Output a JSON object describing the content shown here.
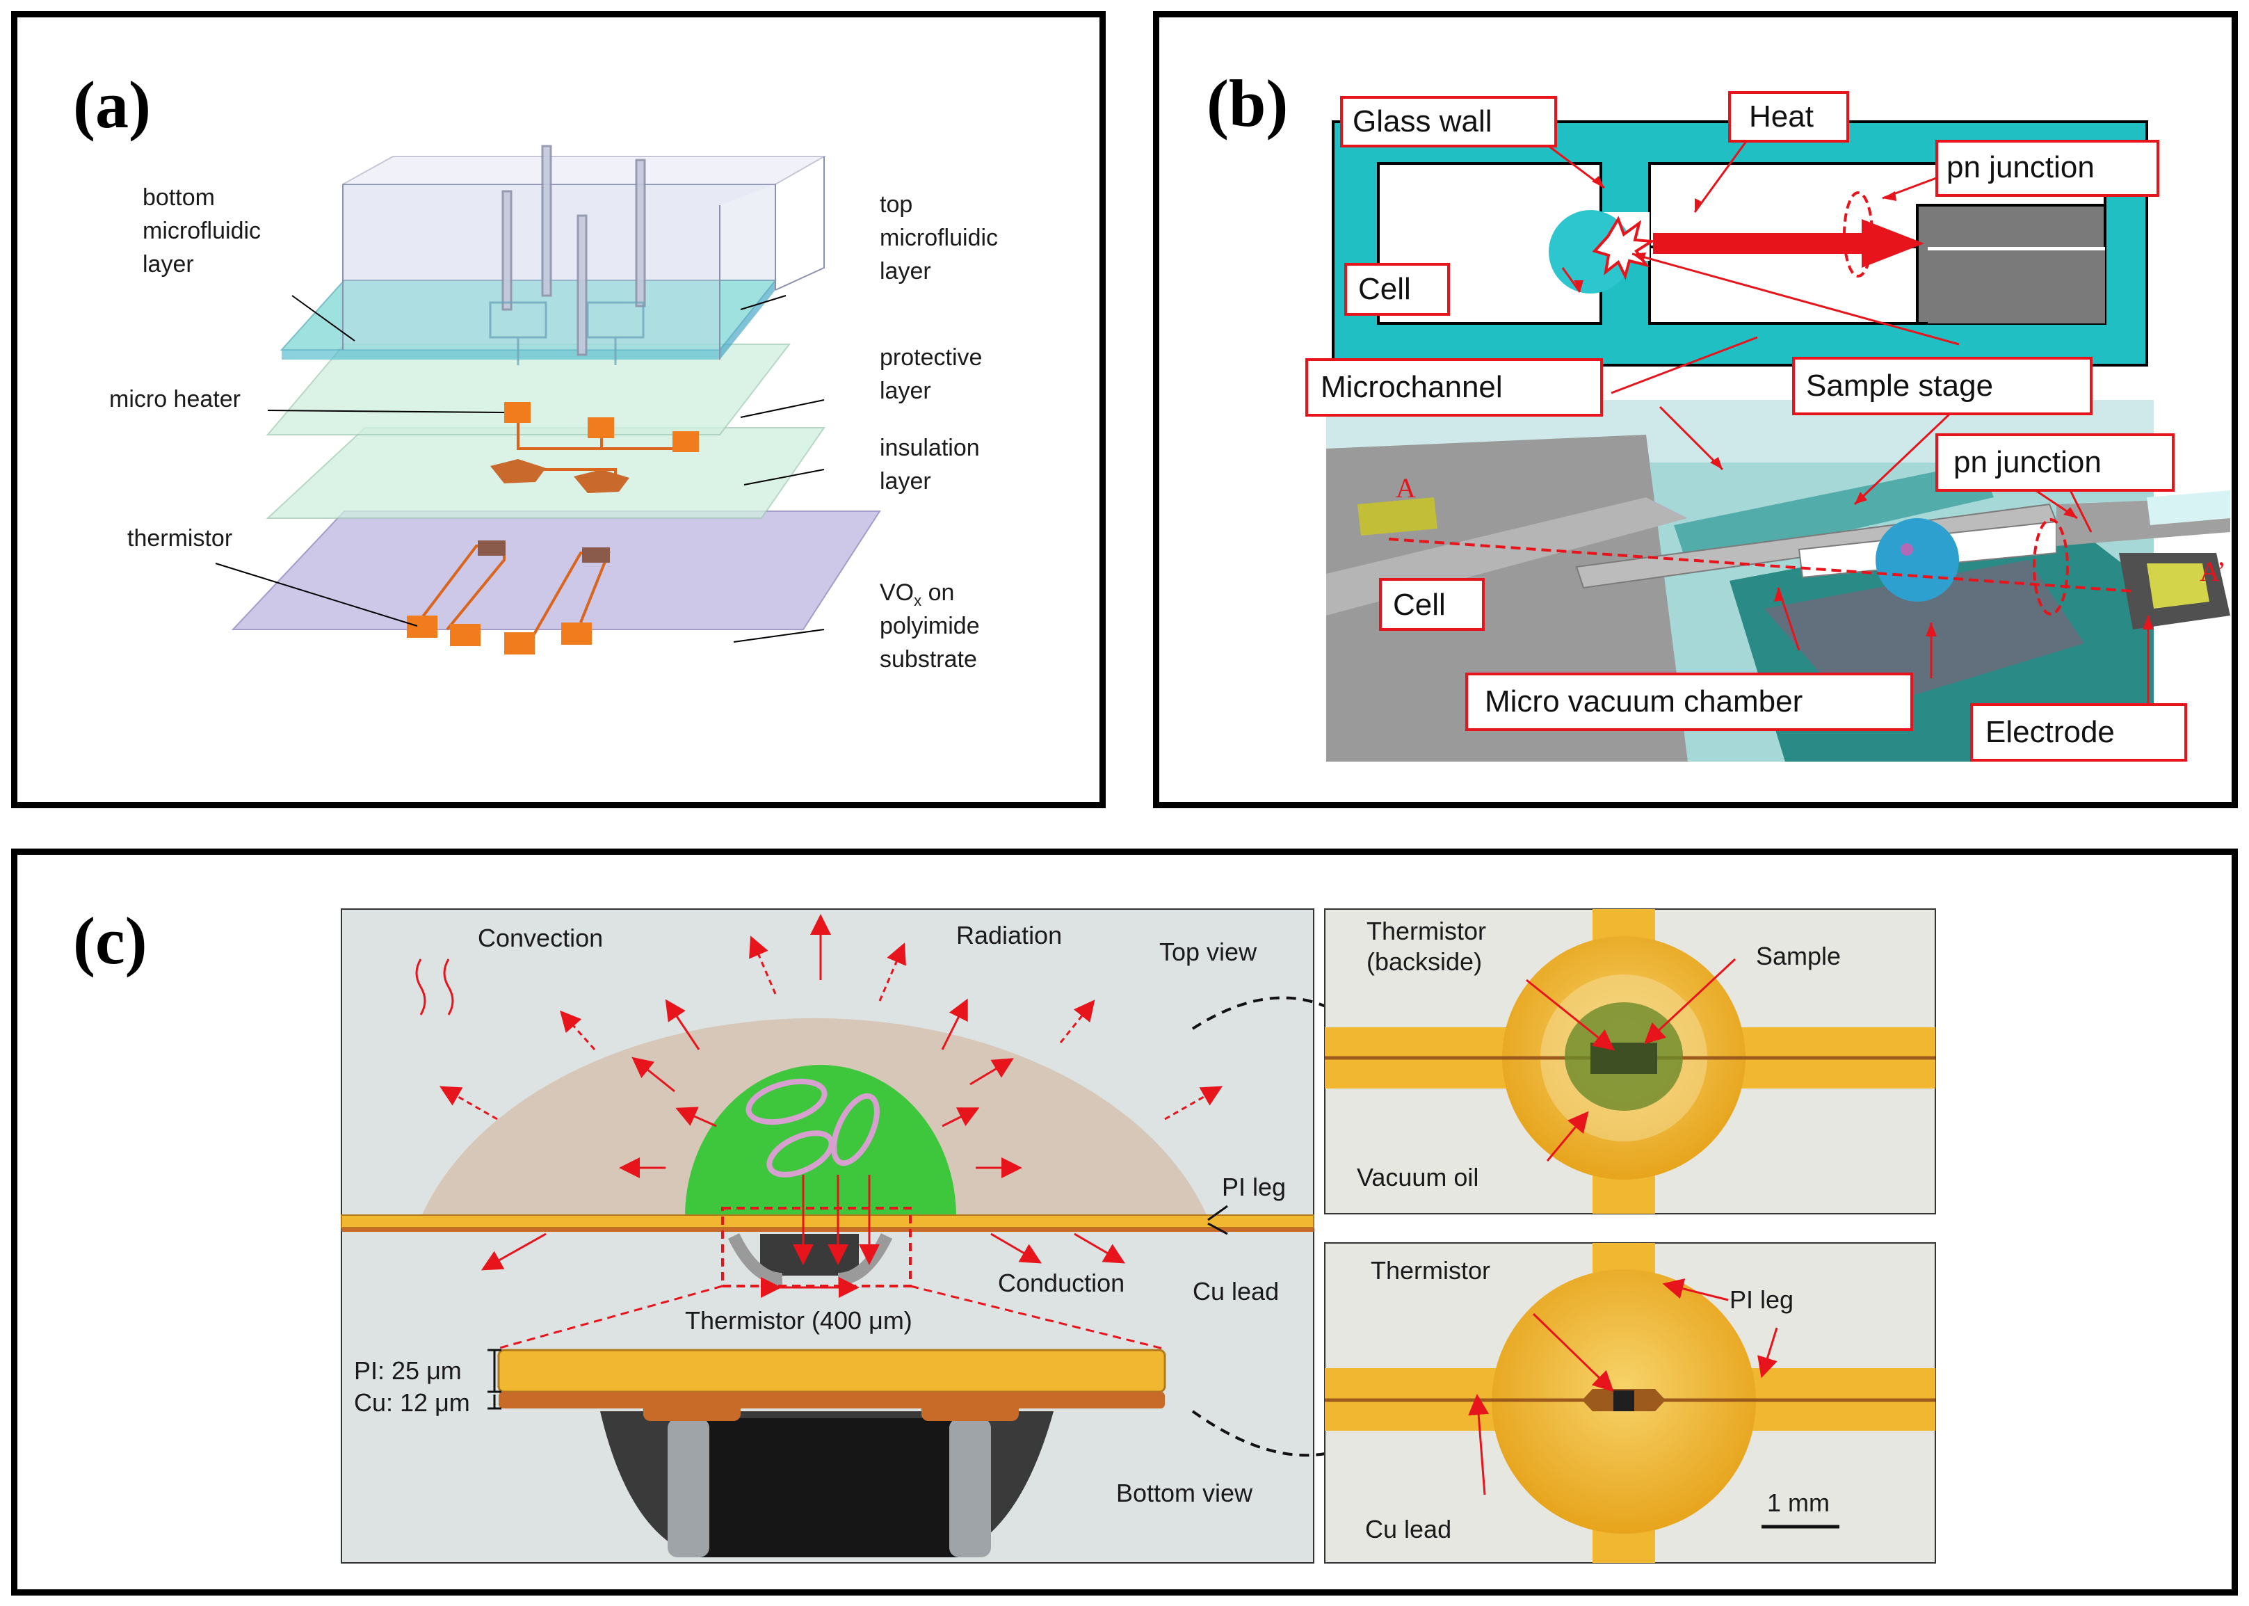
{
  "panels": {
    "a": {
      "label": "(a)",
      "annotations": {
        "bottom_layer": [
          "bottom",
          "microfluidic",
          "layer"
        ],
        "top_layer": [
          "top",
          "microfluidic",
          "layer"
        ],
        "protective": [
          "protective",
          "layer"
        ],
        "micro_heater": "micro heater",
        "insulation": [
          "insulation",
          "layer"
        ],
        "thermistor": "thermistor",
        "vox_main": "VO",
        "vox_sub": "x",
        "vox_rest": " on",
        "substrate": [
          "polyimide",
          "substrate"
        ]
      }
    },
    "b": {
      "label": "(b)",
      "annotations": {
        "glass_wall": "Glass wall",
        "heat": "Heat",
        "pn_junction_top": "pn junction",
        "cell_top": "Cell",
        "microchannel": "Microchannel",
        "sample_stage": "Sample stage",
        "pn_junction_bottom": "pn junction",
        "a_marker": "A",
        "a_prime_marker": "A’",
        "cell_bottom": "Cell",
        "vacuum_chamber": "Micro vacuum chamber",
        "electrode": "Electrode"
      }
    },
    "c": {
      "label": "(c)",
      "main": {
        "convection": "Convection",
        "radiation": "Radiation",
        "top_view": "Top view",
        "pi_leg": "PI leg",
        "conduction": "Conduction",
        "cu_lead": "Cu lead",
        "thermistor": "Thermistor  (400 μm)",
        "pi_thickness": "PI: 25 μm",
        "cu_thickness": "Cu: 12 μm",
        "bottom_view": "Bottom view"
      },
      "top_inset": {
        "thermistor": "Thermistor",
        "backside": "(backside)",
        "sample": "Sample",
        "vacuum_oil": "Vacuum oil"
      },
      "bottom_inset": {
        "thermistor": "Thermistor",
        "pi_leg": "PI leg",
        "cu_lead": "Cu lead",
        "scale_bar": "1 mm"
      }
    }
  },
  "colors": {
    "teal": "#1fbfc4",
    "red": "#e8141c",
    "copper": "#d9661c",
    "gold": "#f2b731",
    "green": "#3ec63c",
    "lavender": "#c8c2e6",
    "mint": "#cfeede"
  }
}
